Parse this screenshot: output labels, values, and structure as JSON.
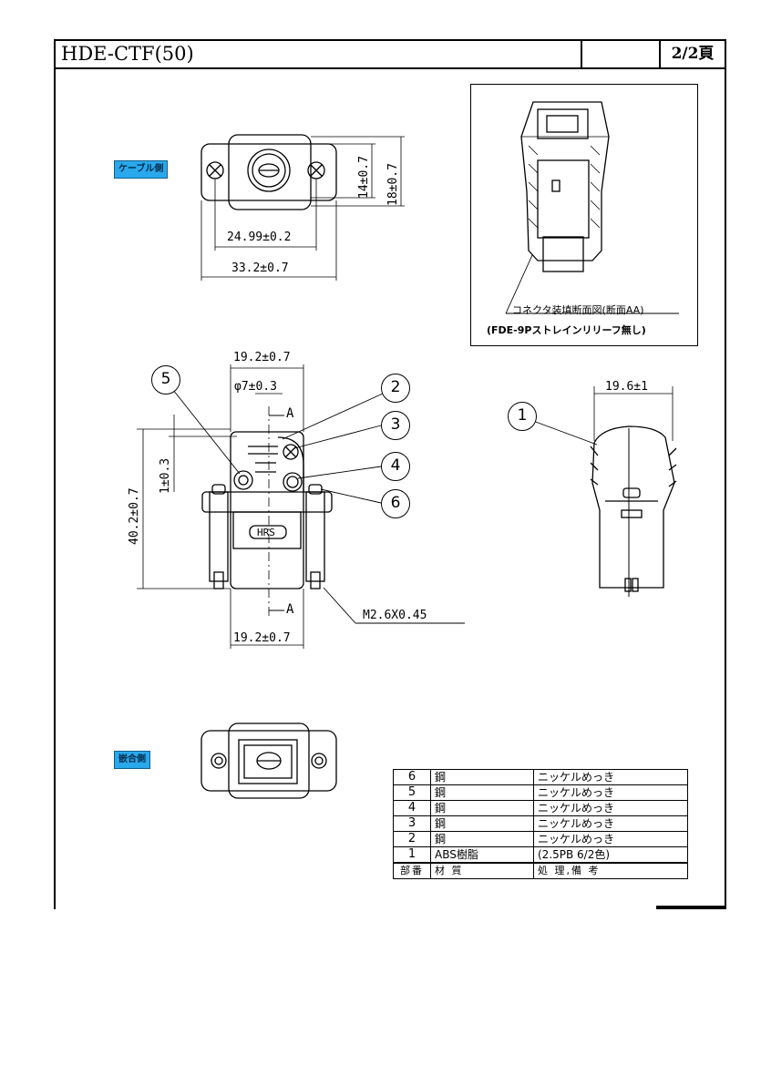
{
  "header": {
    "title": "HDE-CTF(50)",
    "page": "2/2頁"
  },
  "tags": {
    "cable_side": "ケーブル側",
    "mating_side": "嵌合側"
  },
  "dims": {
    "d_14": "14±0.7",
    "d_18": "18±0.7",
    "d_2499": "24.99±0.2",
    "d_332": "33.2±0.7",
    "d_192_top": "19.2±0.7",
    "d_phi7": "φ7±0.3",
    "d_1": "1±0.3",
    "d_402": "40.2±0.7",
    "d_192_bottom": "19.2±0.7",
    "d_196": "19.6±1",
    "thread": "M2.6X0.45"
  },
  "section": {
    "a_top": "A",
    "a_bottom": "A"
  },
  "callouts": [
    "1",
    "2",
    "3",
    "4",
    "5",
    "6"
  ],
  "marking": "HRS",
  "section_view": {
    "caption_line1": "コネクタ装填断面図(断面AA)",
    "caption_line2": "(FDE-9Pストレインリリーフ無し)"
  },
  "bom": {
    "rows": [
      {
        "no": "6",
        "material": "鋼",
        "finish": "ニッケルめっき"
      },
      {
        "no": "5",
        "material": "鋼",
        "finish": "ニッケルめっき"
      },
      {
        "no": "4",
        "material": "鋼",
        "finish": "ニッケルめっき"
      },
      {
        "no": "3",
        "material": "鋼",
        "finish": "ニッケルめっき"
      },
      {
        "no": "2",
        "material": "鋼",
        "finish": "ニッケルめっき"
      },
      {
        "no": "1",
        "material": "ABS樹脂",
        "finish": "(2.5PB 6/2色)"
      }
    ],
    "header": {
      "no": "部番",
      "material": "材 質",
      "finish": "処 理,備 考"
    }
  }
}
